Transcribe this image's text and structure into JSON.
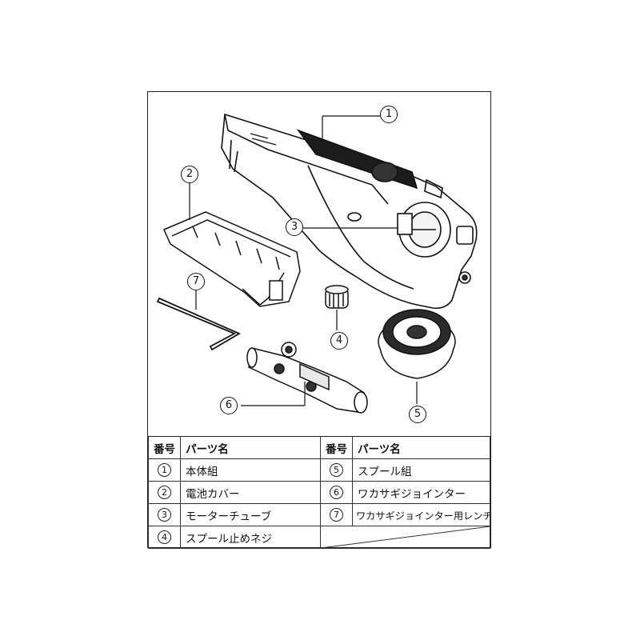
{
  "callouts": {
    "c1": "1",
    "c2": "2",
    "c3": "3",
    "c4": "4",
    "c5": "5",
    "c6": "6",
    "c7": "7"
  },
  "table": {
    "header": {
      "num": "番号",
      "name": "パーツ名",
      "num2": "番号",
      "name2": "パーツ名"
    },
    "rows": [
      {
        "num": "1",
        "name": "本体組",
        "num2": "5",
        "name2": "スプール組"
      },
      {
        "num": "2",
        "name": "電池カバー",
        "num2": "6",
        "name2": "ワカサギジョインター"
      },
      {
        "num": "3",
        "name": "モーターチューブ",
        "num2": "7",
        "name2": "ワカサギジョインター用レンチ"
      },
      {
        "num": "4",
        "name": "スプール止めネジ"
      }
    ]
  }
}
